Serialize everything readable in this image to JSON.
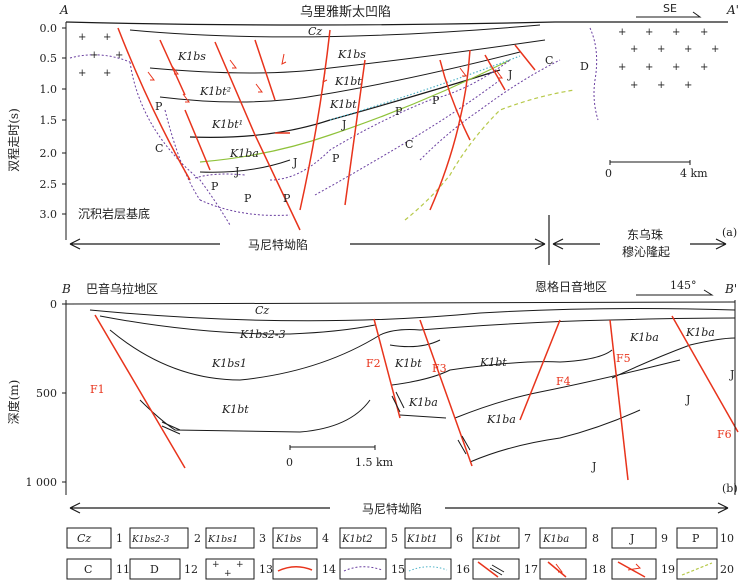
{
  "panel_a": {
    "left_letter": "A",
    "right_letter": "A'",
    "title": "乌里雅斯太凹陷",
    "orientation": "SE",
    "y_axis_label": "双程走时(s)",
    "y_ticks": [
      "0.0",
      "0.5",
      "1.0",
      "1.5",
      "2.0",
      "2.5",
      "3.0"
    ],
    "basement_label": "沉积岩层基底",
    "scale_ticks": [
      "0",
      "4 km"
    ],
    "bottom_left_label": "马尼特坳陷",
    "bottom_right_label_1": "东乌珠",
    "bottom_right_label_2": "穆沁隆起",
    "panel_tag": "(a)",
    "unit_labels": {
      "cz": "Cz",
      "k1bs_1": "K1bs",
      "k1bs_2": "K1bs",
      "k1bt2": "K1bt²",
      "k1bt_mid": "K1bt",
      "k1bt1": "K1bt¹",
      "k1ba": "K1ba",
      "j_1": "J",
      "j_2": "J",
      "j_3": "J",
      "j_4": "J",
      "p_1": "P",
      "p_2": "P",
      "p_3": "P",
      "p_4": "P",
      "p_5": "P",
      "p_6": "P",
      "p_7": "P",
      "c_1": "C",
      "c_2": "C",
      "c_3": "C",
      "d_1": "D"
    }
  },
  "panel_b": {
    "left_letter": "B",
    "right_letter": "B'",
    "left_area": "巴音乌拉地区",
    "right_area": "恩格日音地区",
    "azimuth": "145°",
    "y_axis_label": "深度(m)",
    "y_ticks": [
      "0",
      "500",
      "1 000"
    ],
    "scale_ticks": [
      "0",
      "1.5 km"
    ],
    "bottom_label": "马尼特坳陷",
    "panel_tag": "(b)",
    "faults": [
      "F1",
      "F2",
      "F3",
      "F4",
      "F5",
      "F6"
    ],
    "unit_labels": {
      "cz": "Cz",
      "k1bs23": "K1bs2-3",
      "k1bs1": "K1bs1",
      "k1bt_1": "K1bt",
      "k1bt_2": "K1bt",
      "k1bt_3": "K1bt",
      "k1ba_1": "K1ba",
      "k1ba_2": "K1ba",
      "k1ba_3": "K1ba",
      "k1ba_4": "K1ba",
      "j_1": "J",
      "j_2": "J",
      "j_3": "J"
    }
  },
  "legend": [
    {
      "n": "1",
      "label": "Cz"
    },
    {
      "n": "2",
      "label": "K1bs2-3"
    },
    {
      "n": "3",
      "label": "K1bs1"
    },
    {
      "n": "4",
      "label": "K1bs"
    },
    {
      "n": "5",
      "label": "K1bt2"
    },
    {
      "n": "6",
      "label": "K1bt1"
    },
    {
      "n": "7",
      "label": "K1bt"
    },
    {
      "n": "8",
      "label": "K1ba"
    },
    {
      "n": "9",
      "label": "J"
    },
    {
      "n": "10",
      "label": "P"
    },
    {
      "n": "11",
      "label": "C"
    },
    {
      "n": "12",
      "label": "D"
    },
    {
      "n": "13",
      "label": ""
    },
    {
      "n": "14",
      "label": ""
    },
    {
      "n": "15",
      "label": ""
    },
    {
      "n": "16",
      "label": ""
    },
    {
      "n": "17",
      "label": ""
    },
    {
      "n": "18",
      "label": ""
    },
    {
      "n": "19",
      "label": ""
    },
    {
      "n": "20",
      "label": ""
    }
  ],
  "colors": {
    "fault_red": "#e8341c",
    "purple_dash": "#6a3fa0",
    "cyan_dot": "#4fb3c8",
    "green_dash": "#b7c94a",
    "granite_cross": "#a040b0",
    "line_black": "#1a1a1a"
  }
}
